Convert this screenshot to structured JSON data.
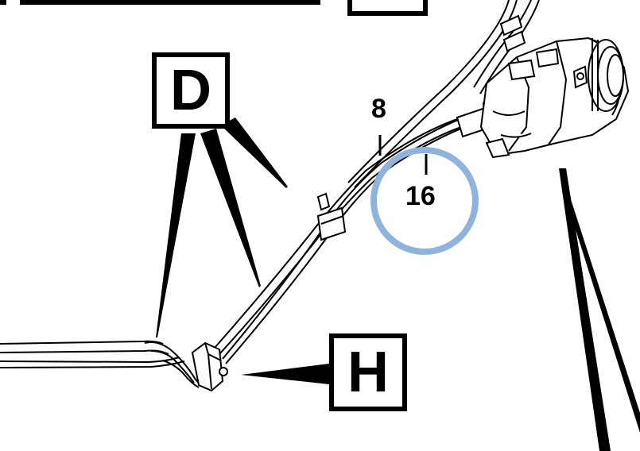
{
  "callouts": {
    "d": "D",
    "h": "H"
  },
  "part_numbers": {
    "hose": "8",
    "highlighted": "16"
  },
  "colors": {
    "line": "#000000",
    "highlight_ring": "#8fb3dc",
    "background": "#ffffff"
  }
}
